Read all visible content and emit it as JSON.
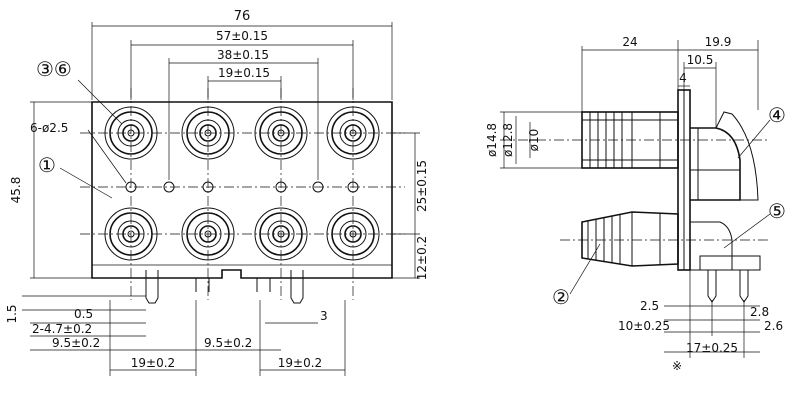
{
  "front_view": {
    "dims": {
      "overall_width": "76",
      "pitch_outer": "57±0.15",
      "pitch_mid": "38±0.15",
      "pitch_inner": "19±0.15",
      "hole_spec": "6-ø2.5",
      "height": "45.8",
      "row_spacing": "25±0.15",
      "bottom_row": "12±0.2",
      "base_thickness": "1.5",
      "pin_offset": "0.5",
      "pin_spec": "2-4.7±0.2",
      "pin_spacing_left": "9.5±0.2",
      "pin_pitch_left": "19±0.2",
      "pin_spacing_mid": "9.5±0.2",
      "pin_width": "3",
      "pin_pitch_right": "19±0.2"
    },
    "callouts": {
      "c36": "③⑥",
      "c1": "①"
    }
  },
  "side_view": {
    "dims": {
      "depth_24": "24",
      "depth_19_9": "19.9",
      "depth_10_5": "10.5",
      "depth_4": "4",
      "dia_14_8": "ø14.8",
      "dia_12_8": "ø12.8",
      "dia_10": "ø10",
      "pin_2_5": "2.5",
      "pin_2_8": "2.8",
      "pin_10": "10±0.25",
      "pin_2_6": "2.6",
      "pin_17": "17±0.25",
      "note_mark": "※"
    },
    "callouts": {
      "c4": "④",
      "c5": "⑤",
      "c2": "②"
    }
  }
}
